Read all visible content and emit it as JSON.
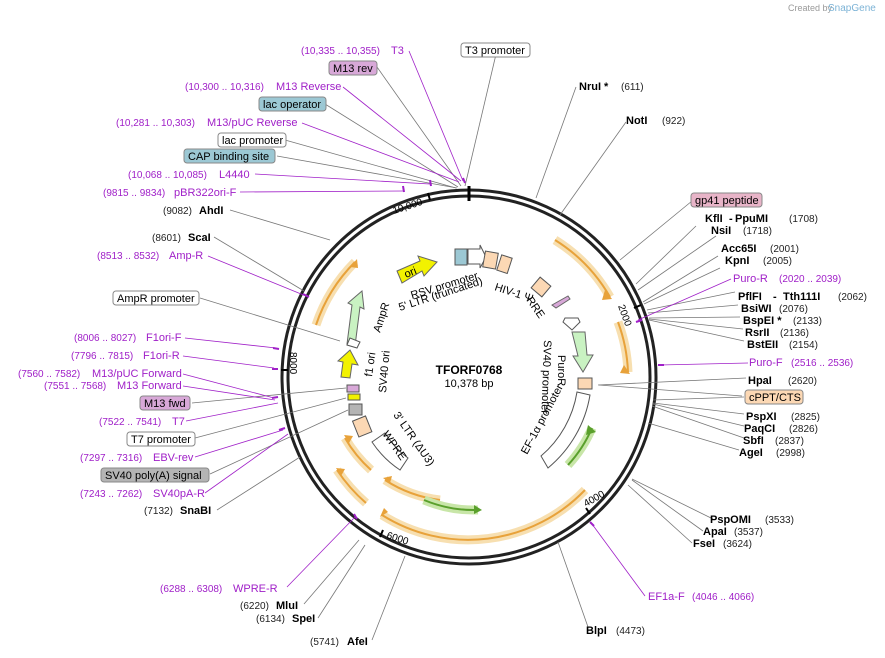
{
  "plasmid": {
    "name": "TFORF0768",
    "size_label": "10,378 bp"
  },
  "credit": {
    "created_by": "Created by",
    "brand": "SnapGene"
  },
  "ticks": [
    "2000",
    "4000",
    "6000",
    "8000",
    "10,000"
  ],
  "sites": [
    {
      "name": "NruI *",
      "pos": "(611)"
    },
    {
      "name": "NotI",
      "pos": "(922)"
    },
    {
      "name": "KflI",
      "name2": "PpuMI",
      "pos": "(1708)"
    },
    {
      "name": "NsiI",
      "pos": "(1718)"
    },
    {
      "name": "Acc65I",
      "pos": "(2001)"
    },
    {
      "name": "KpnI",
      "pos": "(2005)"
    },
    {
      "name": "PflFI",
      "name2": "Tth111I",
      "pos": "(2062)"
    },
    {
      "name": "BsiWI",
      "pos": "(2076)"
    },
    {
      "name": "BspEI *",
      "pos": "(2133)"
    },
    {
      "name": "RsrII",
      "pos": "(2136)"
    },
    {
      "name": "BstEII",
      "pos": "(2154)"
    },
    {
      "name": "HpaI",
      "pos": "(2620)"
    },
    {
      "name": "PspXI",
      "pos": "(2825)"
    },
    {
      "name": "PaqCI",
      "pos": "(2826)"
    },
    {
      "name": "SbfI",
      "pos": "(2837)"
    },
    {
      "name": "AgeI",
      "pos": "(2998)"
    },
    {
      "name": "PspOMI",
      "pos": "(3533)"
    },
    {
      "name": "ApaI",
      "pos": "(3537)"
    },
    {
      "name": "FseI",
      "pos": "(3624)"
    },
    {
      "name": "BlpI",
      "pos": "(4473)"
    },
    {
      "name": "AfeI",
      "pos": "(5741)"
    },
    {
      "name": "SpeI",
      "pos": "(6134)"
    },
    {
      "name": "MluI",
      "pos": "(6220)"
    },
    {
      "name": "SnaBI",
      "pos": "(7132)"
    },
    {
      "name": "ScaI",
      "pos": "(8601)"
    },
    {
      "name": "AhdI",
      "pos": "(9082)"
    }
  ],
  "primers": [
    {
      "name": "T3",
      "pos": "(10,335 .. 10,355)"
    },
    {
      "name": "M13 Reverse",
      "pos": "(10,300 .. 10,316)"
    },
    {
      "name": "M13/pUC Reverse",
      "pos": "(10,281 .. 10,303)"
    },
    {
      "name": "L4440",
      "pos": "(10,068 .. 10,085)"
    },
    {
      "name": "pBR322ori-F",
      "pos": "(9815 .. 9834)"
    },
    {
      "name": "Amp-R",
      "pos": "(8513 .. 8532)"
    },
    {
      "name": "F1ori-F",
      "pos": "(8006 .. 8027)"
    },
    {
      "name": "F1ori-R",
      "pos": "(7796 .. 7815)"
    },
    {
      "name": "M13/pUC Forward",
      "pos": "(7560 .. 7582)"
    },
    {
      "name": "M13 Forward",
      "pos": "(7551 .. 7568)"
    },
    {
      "name": "T7",
      "pos": "(7522 .. 7541)"
    },
    {
      "name": "EBV-rev",
      "pos": "(7297 .. 7316)"
    },
    {
      "name": "SV40pA-R",
      "pos": "(7243 .. 7262)"
    },
    {
      "name": "WPRE-R",
      "pos": "(6288 .. 6308)"
    },
    {
      "name": "EF1a-F",
      "pos": "(4046 .. 4066)"
    },
    {
      "name": "Puro-R",
      "pos": "(2020 .. 2039)"
    },
    {
      "name": "Puro-F",
      "pos": "(2516 .. 2536)"
    }
  ],
  "boxes": [
    {
      "text": "T3 promoter"
    },
    {
      "text": "M13 rev"
    },
    {
      "text": "lac operator"
    },
    {
      "text": "lac promoter"
    },
    {
      "text": "CAP binding site"
    },
    {
      "text": "AmpR promoter"
    },
    {
      "text": "M13 fwd"
    },
    {
      "text": "T7 promoter"
    },
    {
      "text": "SV40 poly(A) signal"
    },
    {
      "text": "gp41 peptide"
    },
    {
      "text": "cPPT/CTS"
    }
  ],
  "features": [
    {
      "text": "ori"
    },
    {
      "text": "RSV promoter"
    },
    {
      "text": "5' LTR (truncated)"
    },
    {
      "text": "HIV-1 Ψ"
    },
    {
      "text": "RRE"
    },
    {
      "text": "AmpR"
    },
    {
      "text": "f1 ori"
    },
    {
      "text": "SV40 ori"
    },
    {
      "text": "PuroR"
    },
    {
      "text": "SV40 promoter"
    },
    {
      "text": "EF-1α promoter"
    },
    {
      "text": "3' LTR (ΔU3)"
    },
    {
      "text": "WPRE"
    }
  ],
  "colors": {
    "primer": "#a020c8",
    "orf_orange": "#e8a23a",
    "orf_halo": "#f7dfb0",
    "green_arrow": "#5aa02c",
    "green_halo": "#c8e6a8",
    "yellow": "#f2f200",
    "light_green": "#c9f2c2",
    "peach": "#fcd8b4",
    "teal_box": "#9cc8d4",
    "pink_box": "#d8a8d8",
    "grey_box": "#b4b4b4",
    "gp41_box": "#e8b4c8",
    "cppt_box": "#fcd8b4"
  }
}
